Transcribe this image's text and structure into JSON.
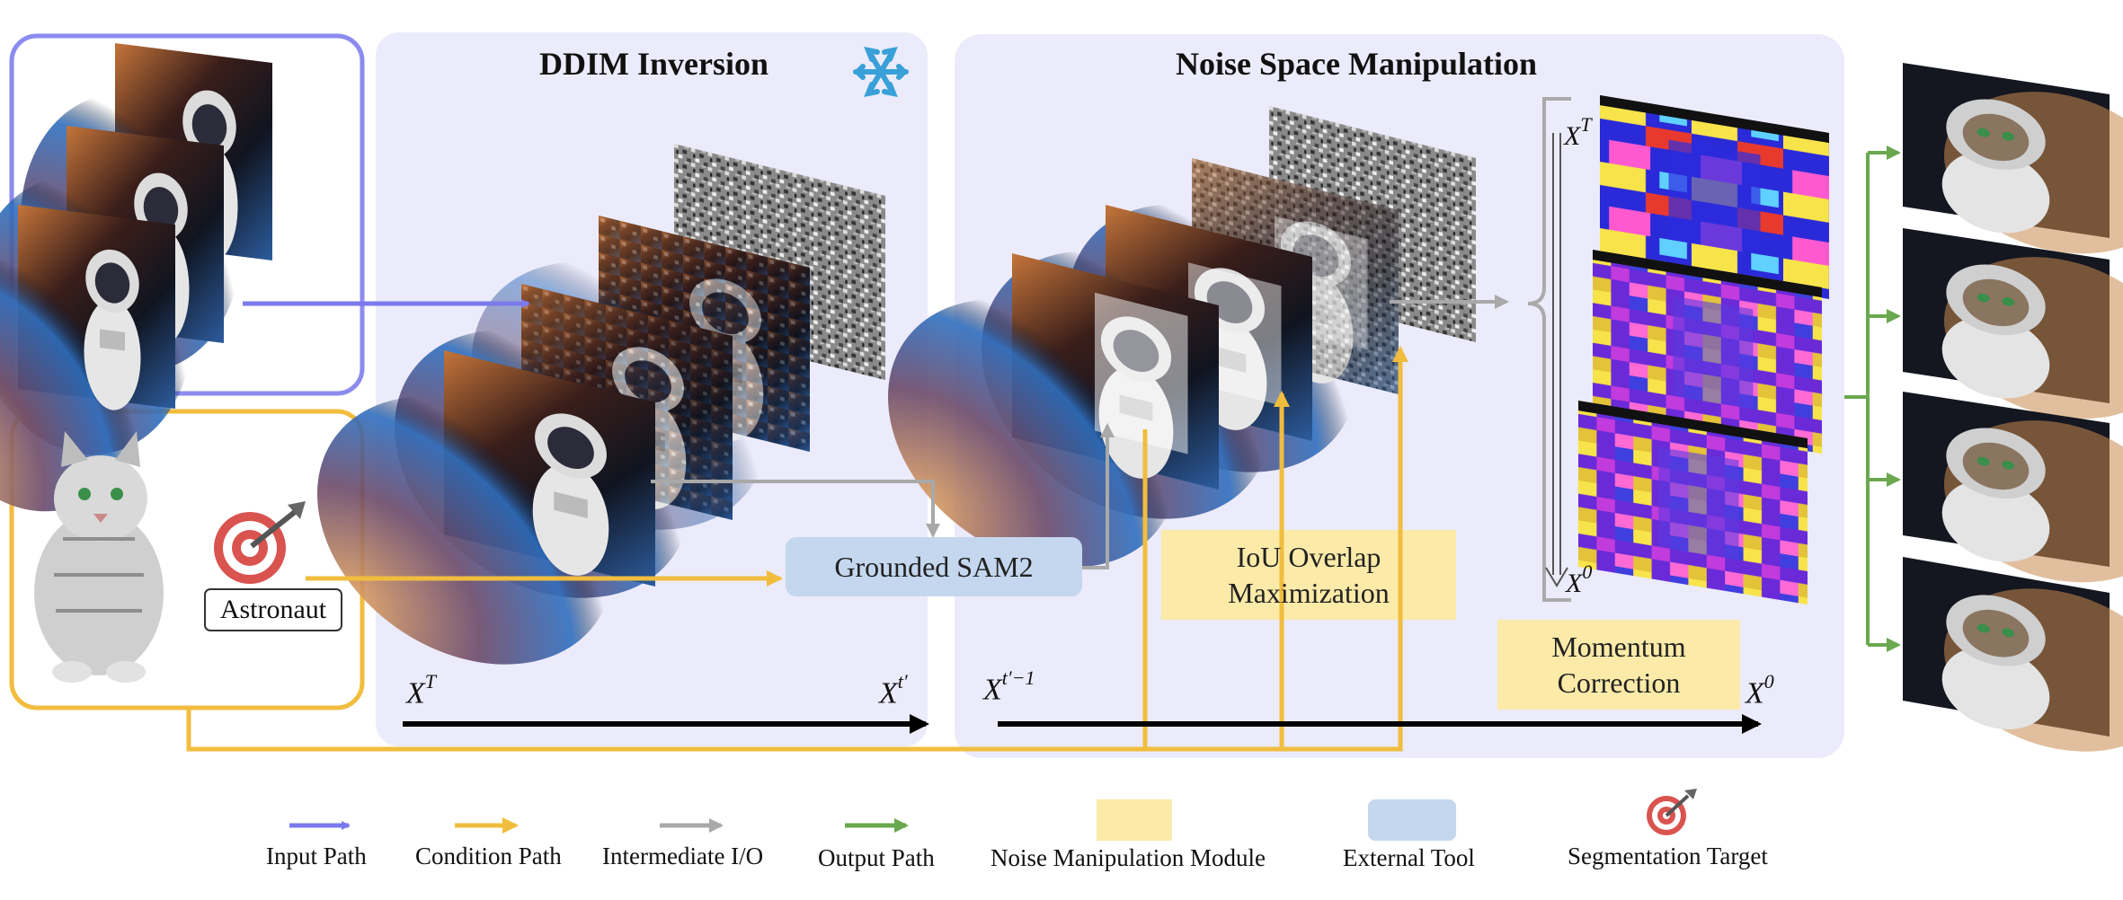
{
  "panels": {
    "ddim_inversion": {
      "title": "DDIM Inversion",
      "icon": "snowflake-icon"
    },
    "noise_space": {
      "title": "Noise Space Manipulation"
    }
  },
  "tools": {
    "grounded_sam": "Grounded SAM2"
  },
  "modules": {
    "iou_line1": "IoU Overlap",
    "iou_line2": "Maximization",
    "momentum_line1": "Momentum",
    "momentum_line2": "Correction"
  },
  "inputs": {
    "target_label": "Astronaut",
    "source_image": "astronaut-in-space-image",
    "condition_image": "tabby-cat-image"
  },
  "axes": {
    "ddim_start": {
      "base": "X",
      "sup": "T"
    },
    "ddim_end": {
      "base": "X",
      "sup": "t′"
    },
    "noise_start": {
      "base": "X",
      "sup": "t′−1"
    },
    "noise_end": {
      "base": "X",
      "sup": "0"
    },
    "traj_top": {
      "base": "X",
      "sup": "T"
    },
    "traj_bottom": {
      "base": "X",
      "sup": "0"
    }
  },
  "legend": [
    {
      "label": "Input Path",
      "kind": "arrow",
      "color": "#7b79ec"
    },
    {
      "label": "Condition Path",
      "kind": "arrow",
      "color": "#f1bd3e"
    },
    {
      "label": "Intermediate I/O",
      "kind": "arrow",
      "color": "#a9a9a9"
    },
    {
      "label": "Output Path",
      "kind": "arrow",
      "color": "#6aa84f"
    },
    {
      "label": "Noise Manipulation Module",
      "kind": "swatch",
      "color": "#fbeaa8"
    },
    {
      "label": "External Tool",
      "kind": "swatch",
      "color": "#c4d7ef"
    },
    {
      "label": "Segmentation Target",
      "kind": "target-icon",
      "color": "#d9534f"
    }
  ],
  "colors": {
    "panel_bg": "#ebebfb",
    "input_border": "#8b8bf0",
    "condition_border": "#f1bd3e",
    "input_path": "#7b79ec",
    "condition_path": "#f1bd3e",
    "intermediate": "#a9a9a9",
    "output_path": "#6aa84f",
    "module_fill": "#fbeaa8",
    "tool_fill": "#c4d7ef"
  }
}
